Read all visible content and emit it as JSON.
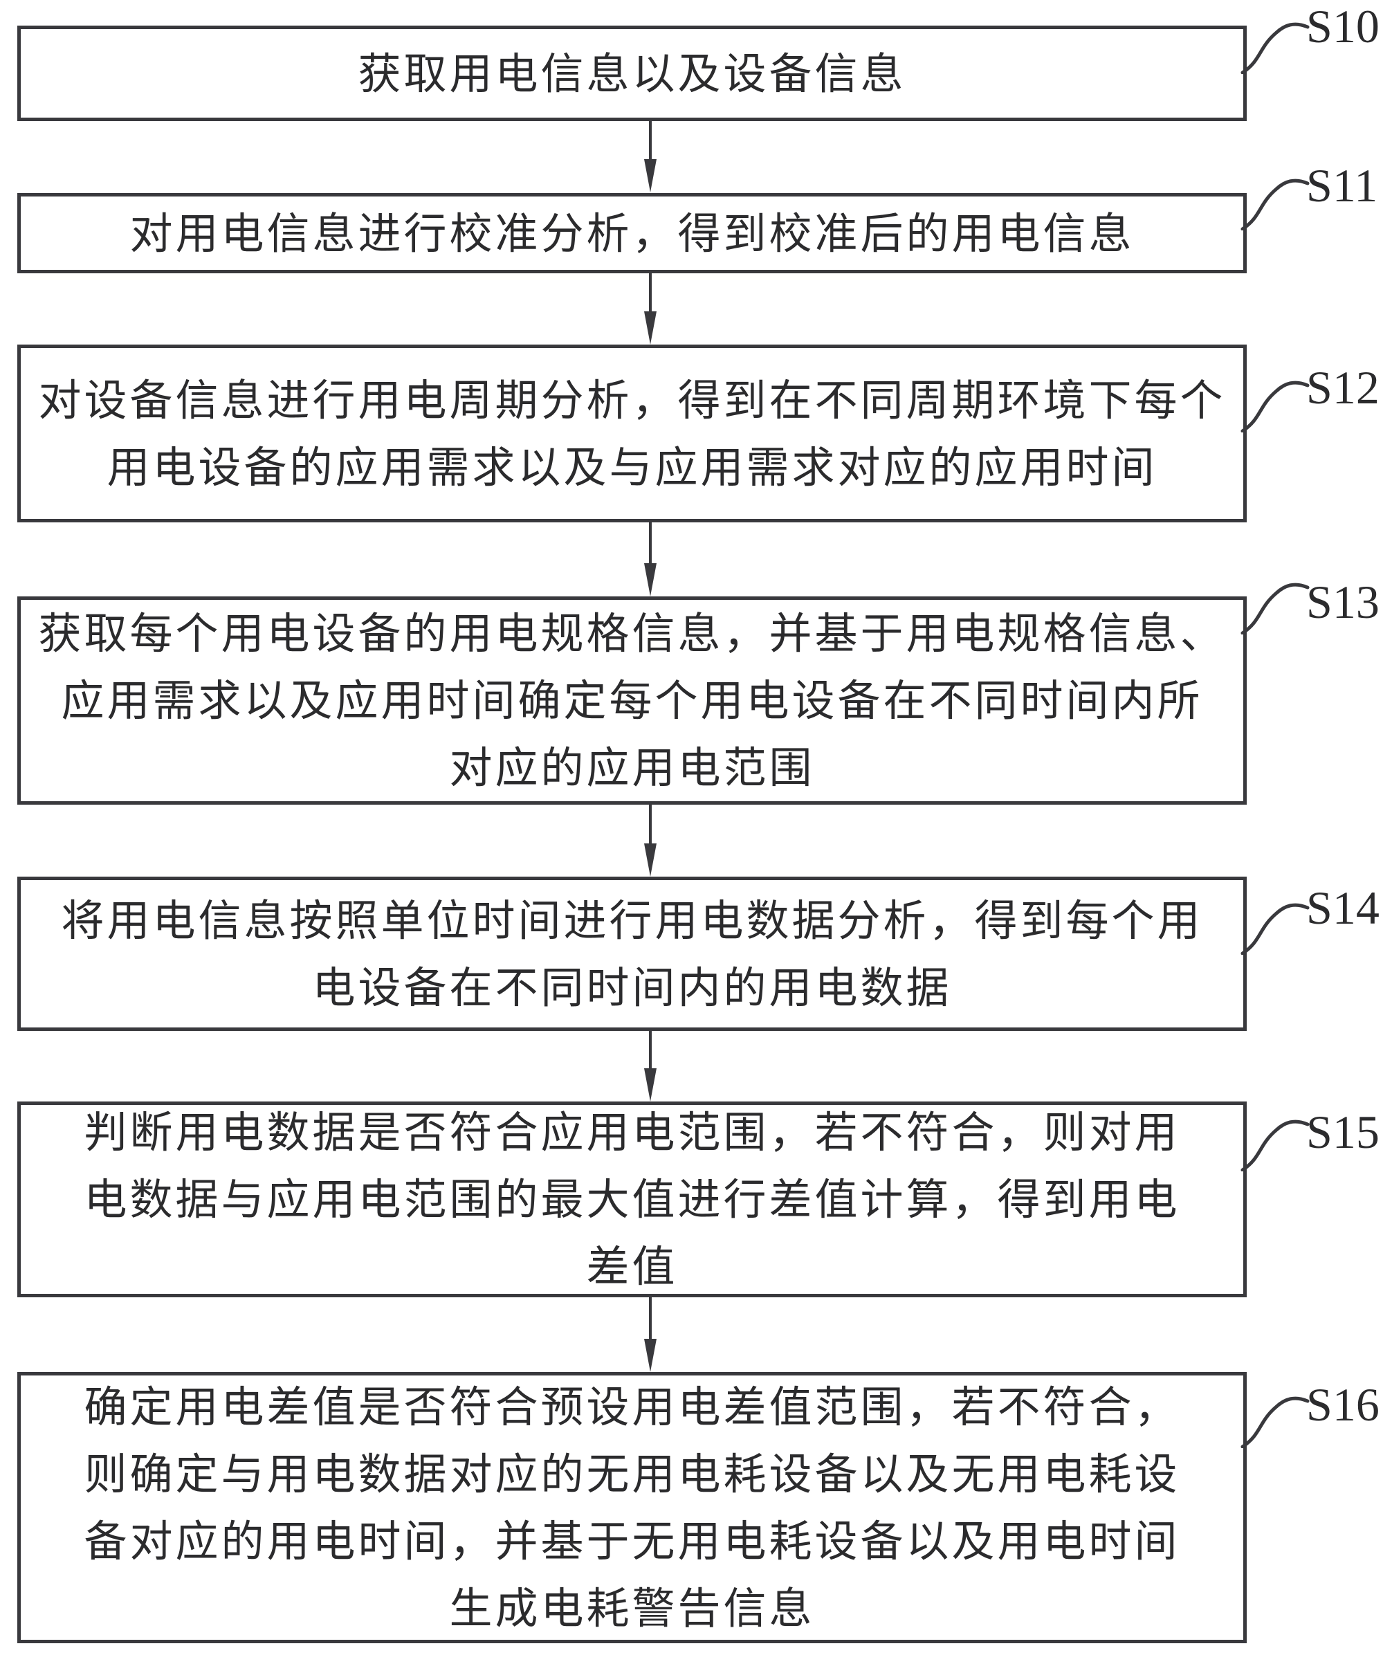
{
  "figure": {
    "type": "flowchart",
    "line_color": "#39393d",
    "background_color": "#ffffff",
    "steps": [
      {
        "label": "S10",
        "lines": [
          "获取用电信息以及设备信息"
        ]
      },
      {
        "label": "S11",
        "lines": [
          "对用电信息进行校准分析，得到校准后的用电信息"
        ]
      },
      {
        "label": "S12",
        "lines": [
          "对设备信息进行用电周期分析，得到在不同周期环境下每个",
          "用电设备的应用需求以及与应用需求对应的应用时间"
        ]
      },
      {
        "label": "S13",
        "lines": [
          "获取每个用电设备的用电规格信息，并基于用电规格信息、",
          "应用需求以及应用时间确定每个用电设备在不同时间内所",
          "对应的应用电范围"
        ]
      },
      {
        "label": "S14",
        "lines": [
          "将用电信息按照单位时间进行用电数据分析，得到每个用",
          "电设备在不同时间内的用电数据"
        ]
      },
      {
        "label": "S15",
        "lines": [
          "判断用电数据是否符合应用电范围，若不符合，则对用",
          "电数据与应用电范围的最大值进行差值计算，得到用电",
          "差值"
        ]
      },
      {
        "label": "S16",
        "lines": [
          "确定用电差值是否符合预设用电差值范围，若不符合，",
          "则确定与用电数据对应的无用电耗设备以及无用电耗设",
          "备对应的用电时间，并基于无用电耗设备以及用电时间",
          "生成电耗警告信息"
        ]
      }
    ]
  }
}
